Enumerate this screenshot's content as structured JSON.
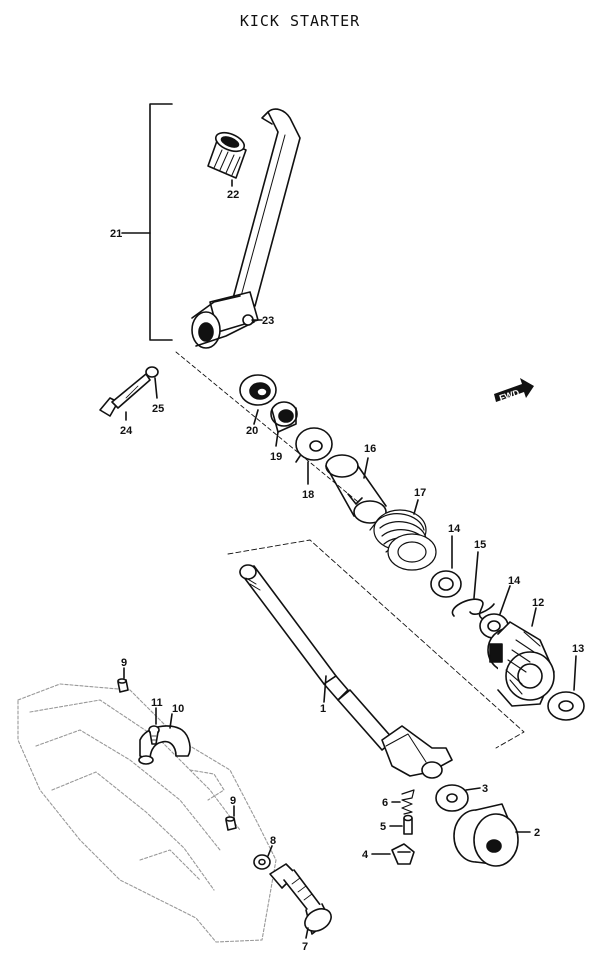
{
  "title": "KICK STARTER",
  "fwd_label": "FWD",
  "parts": {
    "p1": "1",
    "p2": "2",
    "p3": "3",
    "p4": "4",
    "p5": "5",
    "p6": "6",
    "p7": "7",
    "p8": "8",
    "p9a": "9",
    "p9b": "9",
    "p10": "10",
    "p11": "11",
    "p12": "12",
    "p13": "13",
    "p14a": "14",
    "p14b": "14",
    "p15": "15",
    "p16": "16",
    "p17": "17",
    "p18": "18",
    "p19": "19",
    "p20": "20",
    "p21": "21",
    "p22": "22",
    "p23": "23",
    "p24": "24",
    "p25": "25"
  }
}
